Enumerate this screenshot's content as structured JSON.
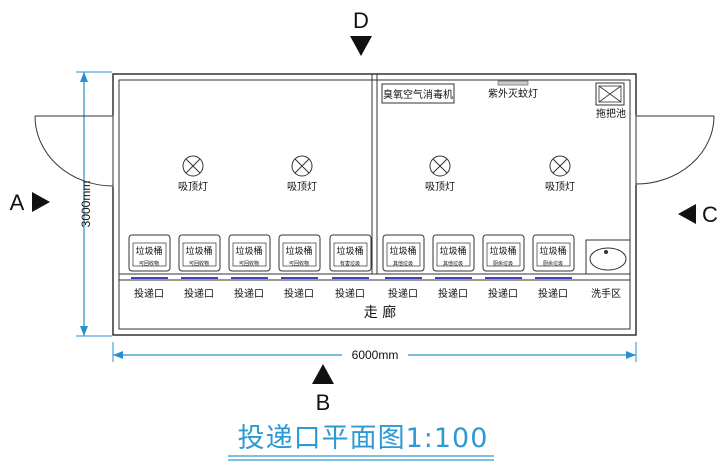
{
  "title": "投递口平面图1:100",
  "views": {
    "top": "D",
    "bottom": "B",
    "left": "A",
    "right": "C"
  },
  "dimensions": {
    "width": "6000mm",
    "height": "3000mm"
  },
  "rooms": {
    "left": {
      "lamps": [
        {
          "label": "吸顶灯"
        },
        {
          "label": "吸顶灯"
        }
      ]
    },
    "right": {
      "equipment": {
        "ozone": "臭氧空气消毒机",
        "uv_lamp": "紫外灭蚊灯",
        "mop_pool": "拖把池"
      },
      "lamps": [
        {
          "label": "吸顶灯"
        },
        {
          "label": "吸顶灯"
        }
      ]
    }
  },
  "bins": [
    {
      "label": "垃圾桶",
      "tag": "可回收物",
      "port": "投递口"
    },
    {
      "label": "垃圾桶",
      "tag": "可回收物",
      "port": "投递口"
    },
    {
      "label": "垃圾桶",
      "tag": "可回收物",
      "port": "投递口"
    },
    {
      "label": "垃圾桶",
      "tag": "可回收物",
      "port": "投递口"
    },
    {
      "label": "垃圾桶",
      "tag": "有害垃圾",
      "port": "投递口"
    },
    {
      "label": "垃圾桶",
      "tag": "其他垃圾",
      "port": "投递口"
    },
    {
      "label": "垃圾桶",
      "tag": "其他垃圾",
      "port": "投递口"
    },
    {
      "label": "垃圾桶",
      "tag": "厨余垃圾",
      "port": "投递口"
    },
    {
      "label": "垃圾桶",
      "tag": "厨余垃圾",
      "port": "投递口"
    }
  ],
  "wash_area": "洗手区",
  "corridor": "走 廊",
  "colors": {
    "dimension": "#2a8fd0",
    "title": "#2d9ad4",
    "wall": "#333333",
    "bin_line": "#4040c0"
  }
}
